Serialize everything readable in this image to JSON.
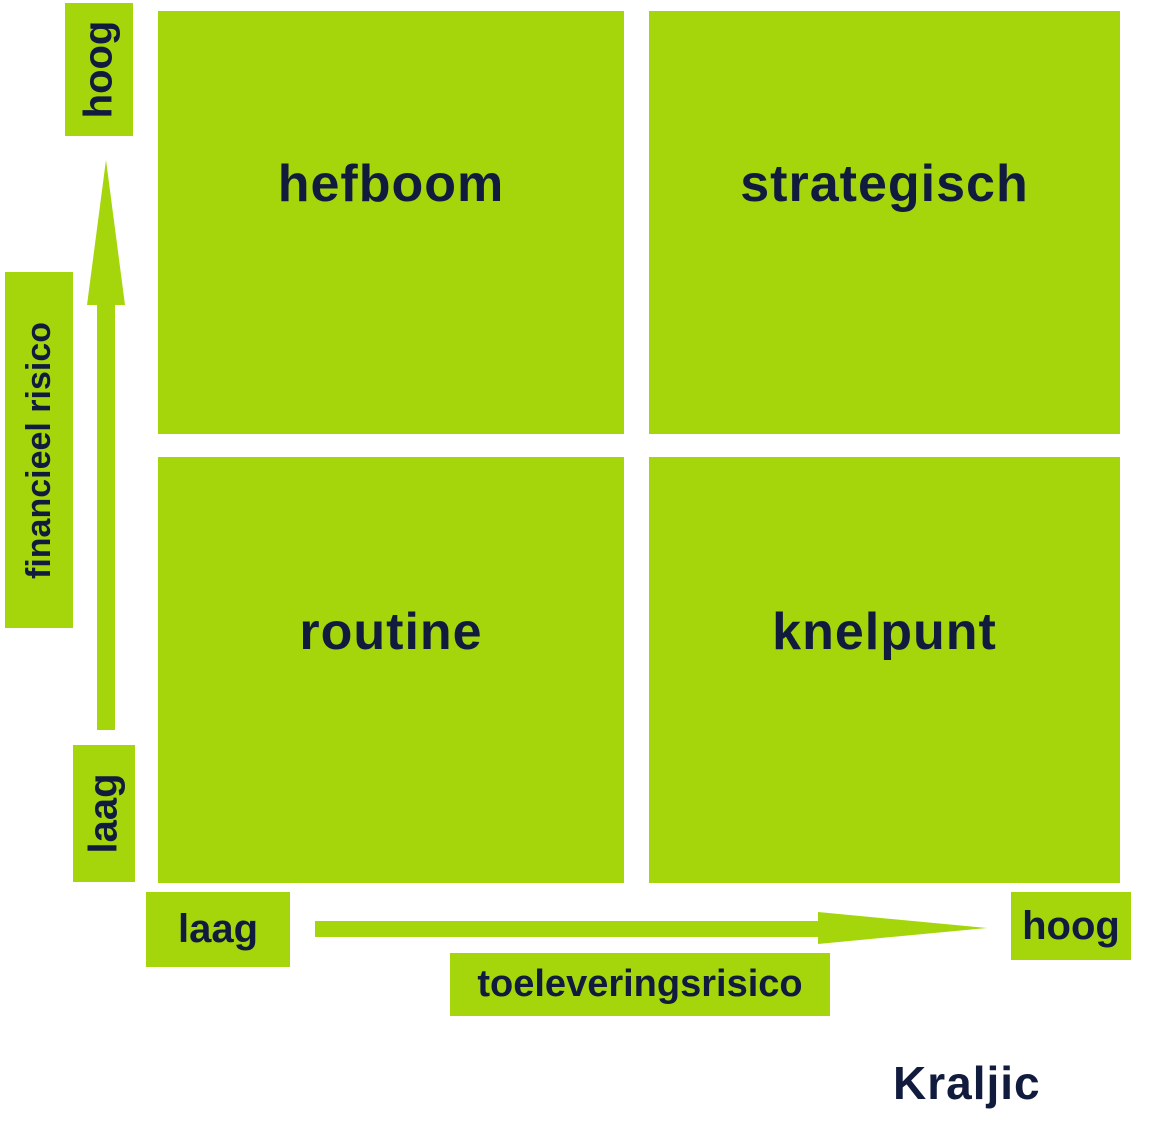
{
  "matrix": {
    "quadrants": [
      {
        "key": "hefboom",
        "label": "hefboom"
      },
      {
        "key": "strategisch",
        "label": "strategisch"
      },
      {
        "key": "routine",
        "label": "routine"
      },
      {
        "key": "knelpunt",
        "label": "knelpunt"
      }
    ]
  },
  "y_axis": {
    "label": "financieel risico",
    "top_label": "hoog",
    "bottom_label": "laag"
  },
  "x_axis": {
    "label": "toeleveringsrisico",
    "left_label": "laag",
    "right_label": "hoog"
  },
  "caption": "Kraljic",
  "colors": {
    "green": "#a5d60b",
    "navy": "#111b3e",
    "background": "#ffffff"
  }
}
